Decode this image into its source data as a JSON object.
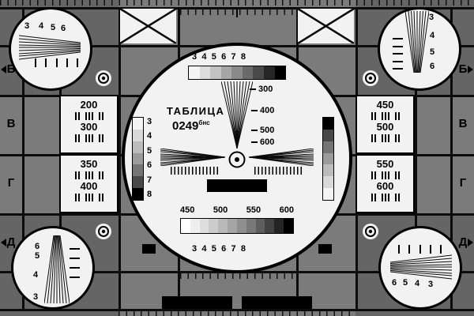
{
  "card": {
    "title": "ТАБЛИЦА",
    "code": "0249",
    "code_suffix": "бнс"
  },
  "colors": {
    "background": "#7b7b7b",
    "dark_cell": "#656565",
    "grid_line": "#0c0c0c",
    "panel_white": "#f2f2f2",
    "black": "#000000"
  },
  "row_letters": [
    "Б",
    "В",
    "Г",
    "Д"
  ],
  "center_circle": {
    "top_frequency_numbers": [
      "3",
      "4",
      "5",
      "6",
      "7",
      "8"
    ],
    "frequency_wedge_labels": [
      "300",
      "400",
      "500",
      "600"
    ],
    "left_scale_numbers": [
      "3",
      "4",
      "5",
      "6",
      "7",
      "8"
    ],
    "bottom_frequency_labels": [
      "450",
      "500",
      "550",
      "600"
    ],
    "bottom_frequency_numbers": [
      "3",
      "4",
      "5",
      "6",
      "7",
      "8"
    ]
  },
  "left_column": {
    "upper": [
      "200",
      "300"
    ],
    "lower": [
      "350",
      "400"
    ]
  },
  "right_column": {
    "upper": [
      "450",
      "500"
    ],
    "lower": [
      "550",
      "600"
    ]
  },
  "corner_circles": {
    "top_left_numbers": [
      "3",
      "4",
      "5",
      "6"
    ],
    "top_right_numbers": [
      "3",
      "4",
      "5",
      "6"
    ],
    "bottom_left_numbers": [
      "6",
      "5",
      "4",
      "3"
    ],
    "bottom_right_numbers": [
      "6",
      "5",
      "4",
      "3"
    ]
  },
  "grayscale": {
    "top_steps": [
      "#f4f4f4",
      "#dcdcdc",
      "#c2c2c2",
      "#a6a6a6",
      "#8a8a8a",
      "#6a6a6a",
      "#4a4a4a",
      "#262626",
      "#000000"
    ],
    "bottom_steps": [
      "#ffffff",
      "#efefef",
      "#dedede",
      "#cccccc",
      "#b9b9b9",
      "#a5a5a5",
      "#8f8f8f",
      "#787878",
      "#5e5e5e",
      "#424242",
      "#242424",
      "#000000"
    ],
    "left_strip_steps": [
      "#f4f4f4",
      "#d9d9d9",
      "#bcbcbc",
      "#9b9b9b",
      "#757575",
      "#484848",
      "#000000"
    ],
    "right_strip_steps": [
      "#000000",
      "#484848",
      "#757575",
      "#9b9b9b",
      "#bcbcbc",
      "#d9d9d9",
      "#f4f4f4"
    ]
  },
  "icons": {
    "target": "concentric-circles-target"
  }
}
